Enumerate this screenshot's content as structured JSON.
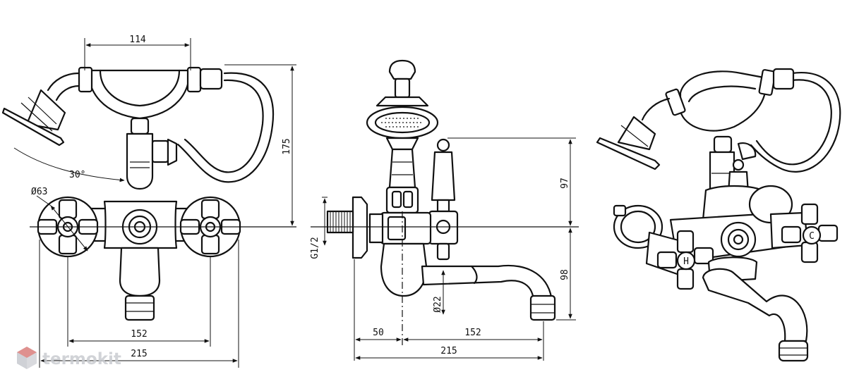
{
  "watermark": {
    "text": "termokit",
    "logo_colors": [
      "#e2605a",
      "#b9bcc2"
    ]
  },
  "dimensions": {
    "front_handshower_length": "114",
    "front_height": "175",
    "front_angle": "30°",
    "front_diameter": "Ø63",
    "front_centers": "152",
    "front_overall_width": "215",
    "side_upper_height": "97",
    "side_lower_height": "98",
    "side_thread": "G1/2",
    "side_spout_diameter": "Ø22",
    "side_wall_offset": "50",
    "side_spout_reach": "152",
    "side_overall_depth": "215"
  },
  "handle_labels": {
    "hot": "H",
    "cold": "C"
  }
}
